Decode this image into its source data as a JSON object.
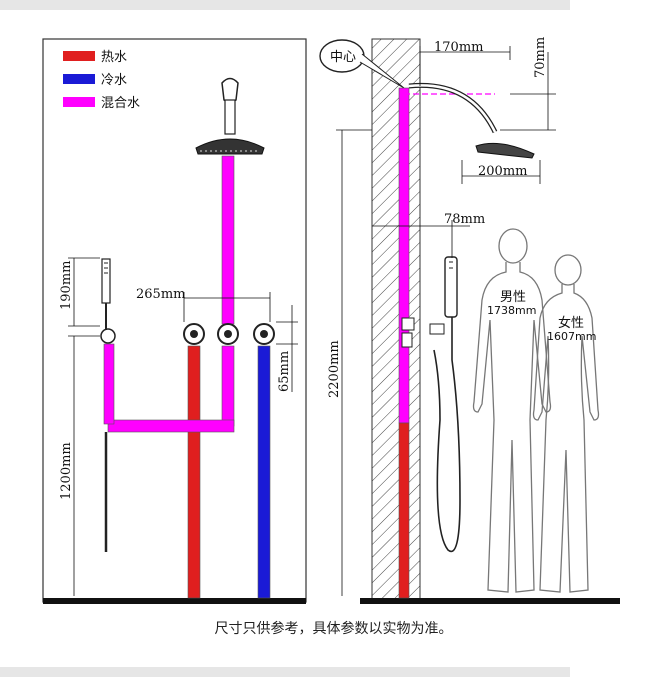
{
  "legend": {
    "items": [
      {
        "label": "热水",
        "color": "#e01f1f"
      },
      {
        "label": "冷水",
        "color": "#1a1ad6"
      },
      {
        "label": "混合水",
        "color": "#ff00ff"
      }
    ]
  },
  "left_diagram": {
    "dim_hand_shower_holder": "190mm",
    "dim_spacing": "265mm",
    "dim_valve_height": "65mm",
    "dim_valve_to_floor": "1200mm"
  },
  "right_diagram": {
    "center_label": "中心",
    "dim_arm_length": "170mm",
    "dim_arm_drop": "70mm",
    "dim_head_diameter": "200mm",
    "dim_wall_offset": "78mm",
    "dim_total_height": "2200mm",
    "male_label": "男性",
    "male_height": "1738mm",
    "female_label": "女性",
    "female_height": "1607mm"
  },
  "caption": "尺寸只供参考，具体参数以实物为准。",
  "colors": {
    "hot": "#e01f1f",
    "cold": "#1a1ad6",
    "mixed": "#ff00ff"
  }
}
